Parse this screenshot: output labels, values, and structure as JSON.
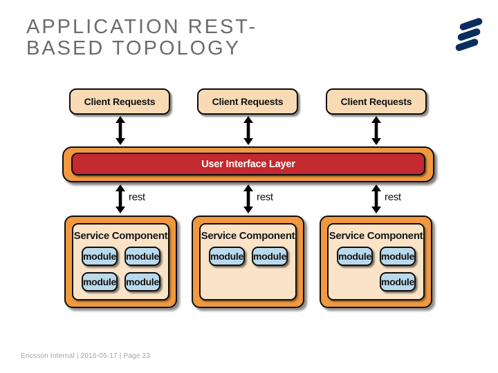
{
  "slide": {
    "title_line1": "APPLICATION REST-",
    "title_line2": "BASED TOPOLOGY",
    "footer": "Ericsson Internal  |  2016-05-17  |  Page 23"
  },
  "diagram": {
    "client_boxes": [
      "Client Requests",
      "Client Requests",
      "Client Requests"
    ],
    "ui_layer_label": "User Interface Layer",
    "rest_labels": [
      "rest",
      "rest",
      "rest"
    ],
    "service_components": [
      {
        "label": "Service Component",
        "modules": [
          "module",
          "module",
          "module",
          "module"
        ]
      },
      {
        "label": "Service Component",
        "modules": [
          "module",
          "module"
        ]
      },
      {
        "label": "Service Component",
        "modules": [
          "module",
          "module",
          "module"
        ]
      }
    ]
  },
  "colors": {
    "cream": "#f8dbb4",
    "cream_light": "#fae3c6",
    "orange": "#f0993f",
    "red": "#c42a2f",
    "module_blue": "#badaec",
    "logo_navy": "#0b2e5f",
    "title_gray": "#6b6b6b",
    "footer_gray": "#a2a2a2"
  }
}
